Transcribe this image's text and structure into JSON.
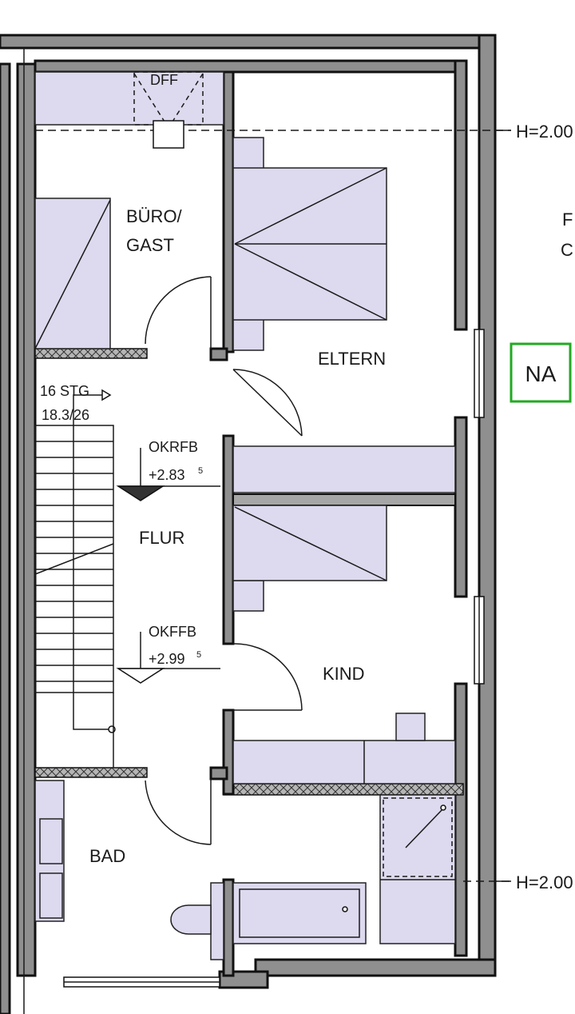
{
  "rooms": {
    "buero": "BÜRO/",
    "gast": "GAST",
    "eltern": "ELTERN",
    "flur": "FLUR",
    "kind": "KIND",
    "bad": "BAD"
  },
  "stairs": {
    "steps": "16 STG",
    "ratio": "18.3/26"
  },
  "levels": {
    "okrfb_label": "OKRFB",
    "okrfb_value": "+2.83",
    "okrfb_sup": "5",
    "okffb_label": "OKFFB",
    "okffb_value": "+2.99",
    "okffb_sup": "5"
  },
  "annotations": {
    "dff": "DFF",
    "height_top": "H=2.00",
    "height_bottom": "H=2.00",
    "edge_f": "F",
    "edge_c": "C",
    "na_badge": "NA"
  },
  "colors": {
    "furniture_fill": "#ddd9ee",
    "wall_fill": "#8f8f8f",
    "badge_border": "#22aa22"
  }
}
